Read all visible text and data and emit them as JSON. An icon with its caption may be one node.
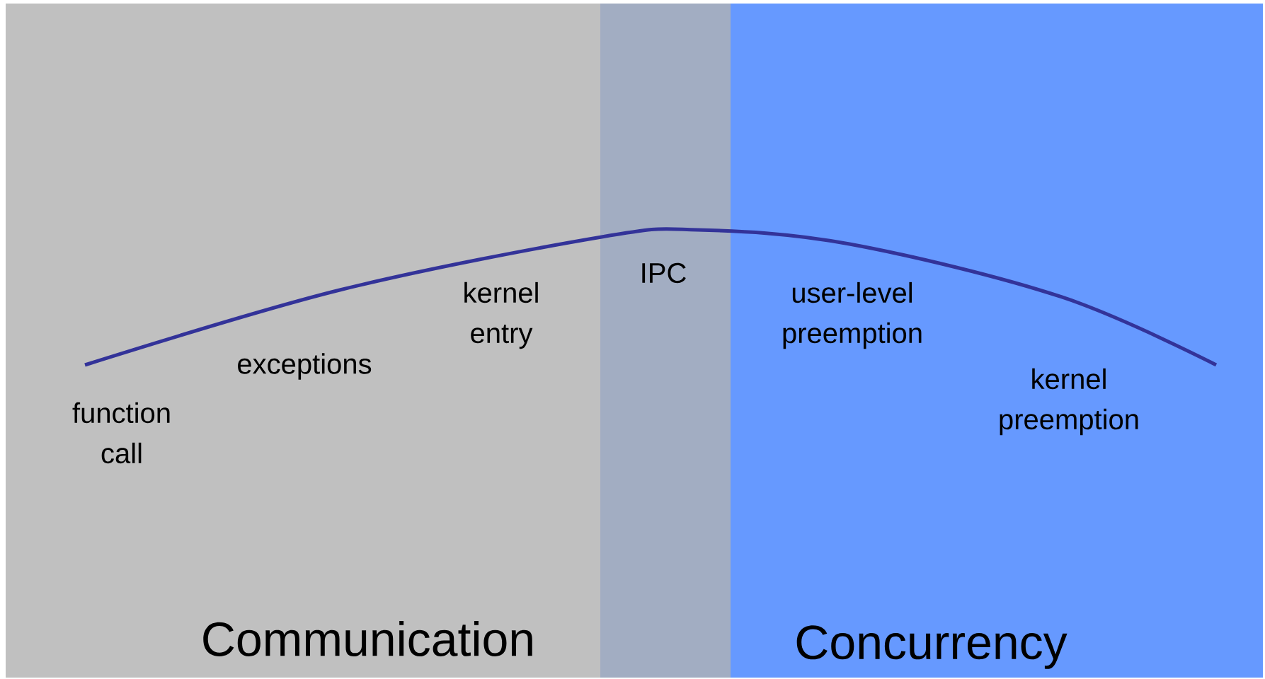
{
  "diagram": {
    "nodes": [
      {
        "text": [
          "Communication"
        ]
      },
      {
        "text": [
          "IPC"
        ]
      },
      {
        "text": [
          "Concurrency"
        ]
      }
    ],
    "labels": [
      "function call",
      "exceptions",
      "kernel entry",
      "user-level preemption",
      "kernel preemption"
    ]
  }
}
